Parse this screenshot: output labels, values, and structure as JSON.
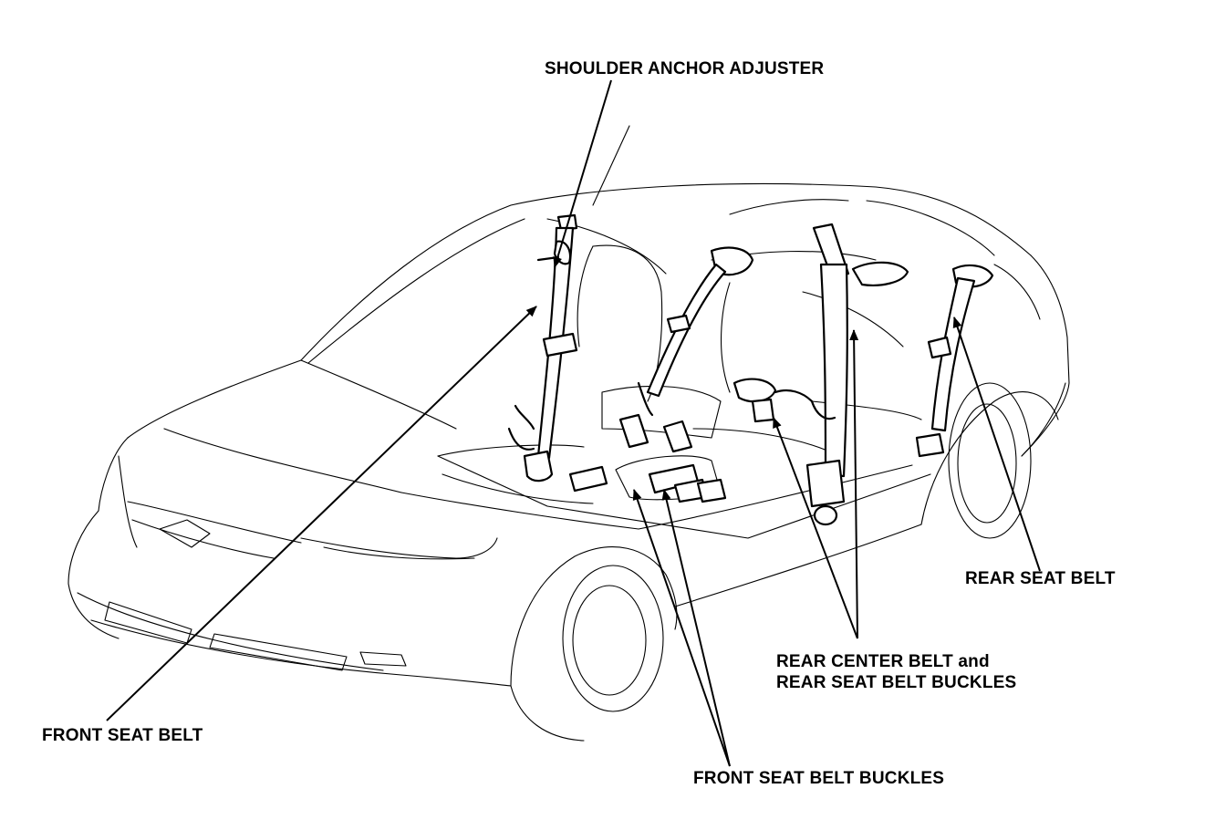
{
  "labels": {
    "shoulder_anchor_adjuster": "SHOULDER ANCHOR ADJUSTER",
    "front_seat_belt": "FRONT SEAT BELT",
    "rear_seat_belt": "REAR SEAT BELT",
    "rear_center_belt_line1": "REAR CENTER BELT and",
    "rear_center_belt_line2": "REAR SEAT BELT BUCKLES",
    "front_seat_belt_buckles": "FRONT SEAT BELT BUCKLES"
  }
}
